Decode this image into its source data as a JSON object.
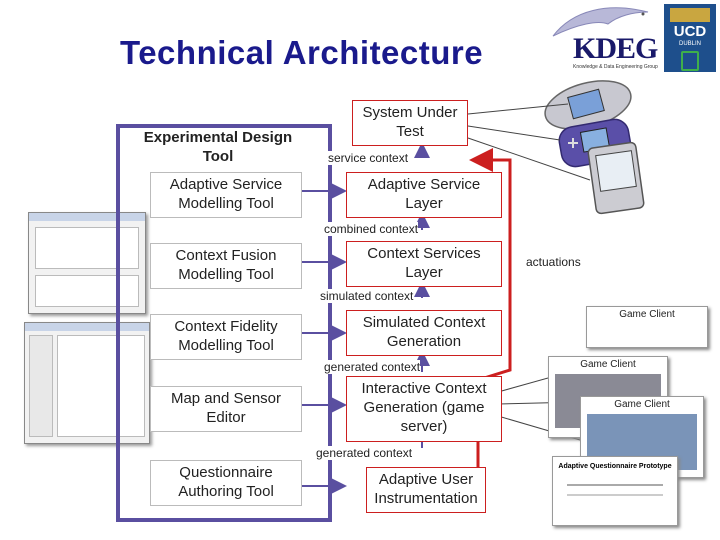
{
  "title": "Technical Architecture",
  "logos": {
    "kdeg": "KDEG",
    "kdeg_sub": "Knowledge & Data Engineering Group",
    "ucd": "UCD",
    "ucd_sub": "DUBLIN"
  },
  "tools": {
    "header": "Experimental Design Tool",
    "items": [
      "Adaptive Service Modelling Tool",
      "Context Fusion Modelling Tool",
      "Context Fidelity Modelling Tool",
      "Map and Sensor Editor",
      "Questionnaire Authoring Tool"
    ]
  },
  "layers": [
    "System Under Test",
    "Adaptive Service Layer",
    "Context Services Layer",
    "Simulated Context Generation",
    "Interactive Context Generation (game server)",
    "Adaptive User Instrumentation"
  ],
  "flow_labels": [
    "service context",
    "combined context",
    "simulated context",
    "generated context",
    "generated context"
  ],
  "actuations": "actuations",
  "game_clients": [
    "Game Client",
    "Game Client",
    "Game Client"
  ],
  "questionnaire_screenshot": {
    "title": "Adaptive Questionnaire Prototype"
  },
  "colors": {
    "title": "#1a1a8c",
    "frame": "#5a4fa0",
    "arrow": "#5a4fa0",
    "layer_border": "#cc1f1f",
    "feedback": "#cc1f1f"
  }
}
